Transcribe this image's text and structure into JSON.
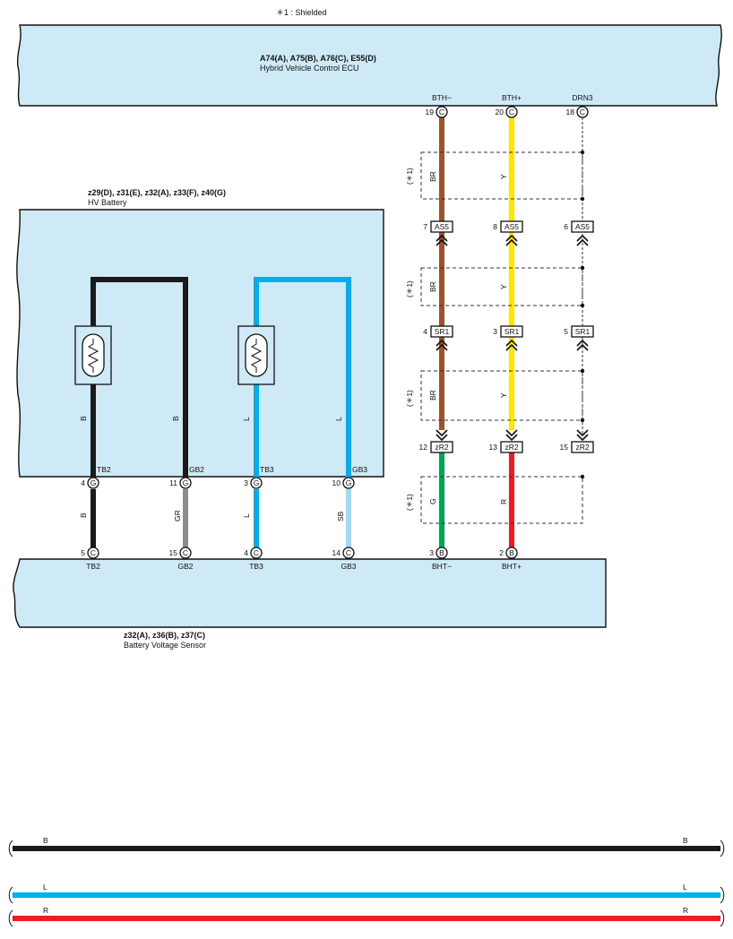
{
  "notes": {
    "shielded": "＊1 : Shielded"
  },
  "ecu": {
    "codes": "A74(A), A75(B), A76(C), E55(D)",
    "name": "Hybrid Vehicle Control ECU"
  },
  "hv_battery": {
    "codes": "z29(D), z31(E), z32(A), z33(F), z40(G)",
    "name": "HV Battery"
  },
  "sensor": {
    "codes": "z32(A), z36(B), z37(C)",
    "name": "Battery Voltage Sensor"
  },
  "ecu_pins": [
    {
      "num": "19",
      "conn": "C",
      "signal": "BTH−"
    },
    {
      "num": "20",
      "conn": "C",
      "signal": "BTH+"
    },
    {
      "num": "18",
      "conn": "C",
      "signal": "DRN3"
    }
  ],
  "as5_connectors": [
    {
      "pin": "7",
      "label": "AS5"
    },
    {
      "pin": "8",
      "label": "AS5"
    },
    {
      "pin": "6",
      "label": "AS5"
    }
  ],
  "sr1_connectors": [
    {
      "pin": "4",
      "label": "SR1"
    },
    {
      "pin": "3",
      "label": "SR1"
    },
    {
      "pin": "5",
      "label": "SR1"
    }
  ],
  "zr2_connectors": [
    {
      "pin": "12",
      "label": "zR2"
    },
    {
      "pin": "13",
      "label": "zR2"
    },
    {
      "pin": "15",
      "label": "zR2"
    }
  ],
  "shield_note": "(＊1)",
  "wire_colors": {
    "seg1": [
      "BR",
      "Y"
    ],
    "seg2": [
      "BR",
      "Y"
    ],
    "seg3": [
      "BR",
      "Y"
    ],
    "seg4": [
      "G",
      "R"
    ],
    "battery": [
      "B",
      "B",
      "L",
      "L"
    ],
    "lower": [
      "B",
      "GR",
      "L",
      "SB"
    ]
  },
  "battery_pins": [
    {
      "num": "4",
      "conn": "G",
      "signal": "TB2"
    },
    {
      "num": "11",
      "conn": "G",
      "signal": "GB2"
    },
    {
      "num": "3",
      "conn": "G",
      "signal": "TB3"
    },
    {
      "num": "10",
      "conn": "G",
      "signal": "GB3"
    }
  ],
  "sensor_pins": [
    {
      "num": "5",
      "conn": "C",
      "signal": "TB2"
    },
    {
      "num": "15",
      "conn": "C",
      "signal": "GB2"
    },
    {
      "num": "4",
      "conn": "C",
      "signal": "TB3"
    },
    {
      "num": "14",
      "conn": "C",
      "signal": "GB3"
    },
    {
      "num": "3",
      "conn": "B",
      "signal": "BHT−"
    },
    {
      "num": "2",
      "conn": "B",
      "signal": "BHT+"
    }
  ],
  "legend": [
    {
      "code": "B",
      "color": "#1a1a1a"
    },
    {
      "code": "L",
      "color": "#00aeef"
    },
    {
      "code": "R",
      "color": "#ed1c24"
    }
  ],
  "colors": {
    "box_fill": "#cfeaf7",
    "BR": "#a0522d",
    "Y": "#ffe500",
    "G": "#00a651",
    "R": "#ed1c24",
    "B": "#1a1a1a",
    "GR": "#8c8c8c",
    "L": "#00aeef",
    "SB": "#9fd9f3"
  }
}
